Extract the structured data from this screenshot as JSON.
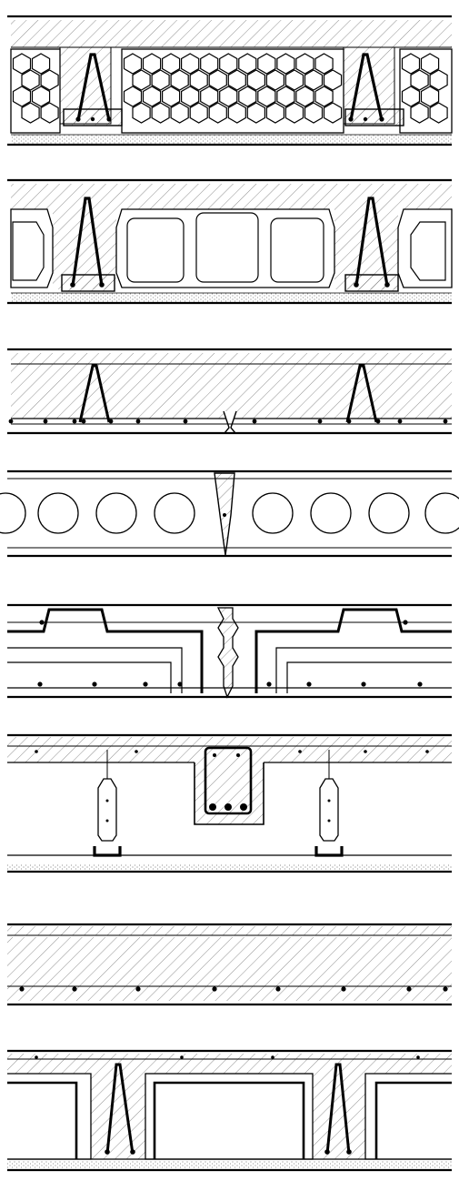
{
  "sheet": {
    "kind": "floor-slab-construction-details",
    "detail_count": 8,
    "colors": {
      "ink": "#000000",
      "paper": "#ffffff",
      "hatch": "#444444",
      "screed_dots": "#555555"
    }
  },
  "details": [
    {
      "id": "beam-and-hollow-block-hexagonal",
      "rebars_per_rib": 3,
      "lattice_girders": 2
    },
    {
      "id": "beam-and-hollow-block-rectangular",
      "rebars_per_rib": 2,
      "lattice_girders": 2
    },
    {
      "id": "precast-plank-with-lattice-girders",
      "lattice_girders": 2,
      "joint": "bottom-v-joint"
    },
    {
      "id": "hollow-core-slab",
      "visible_cores": 8,
      "joint": "grouted-key-joint"
    },
    {
      "id": "precast-ribbed-units-with-key-joint",
      "joint": "grouted-key-joint"
    },
    {
      "id": "composite-slab-with-cast-beam-and-hangers",
      "beam_bottom_bars": 3,
      "hangers": 2
    },
    {
      "id": "solid-reinforced-slab",
      "bottom_bars": 8
    },
    {
      "id": "slab-with-void-formers-and-lattice-ribs",
      "lattice_girders": 2,
      "void_formers": 3
    }
  ]
}
